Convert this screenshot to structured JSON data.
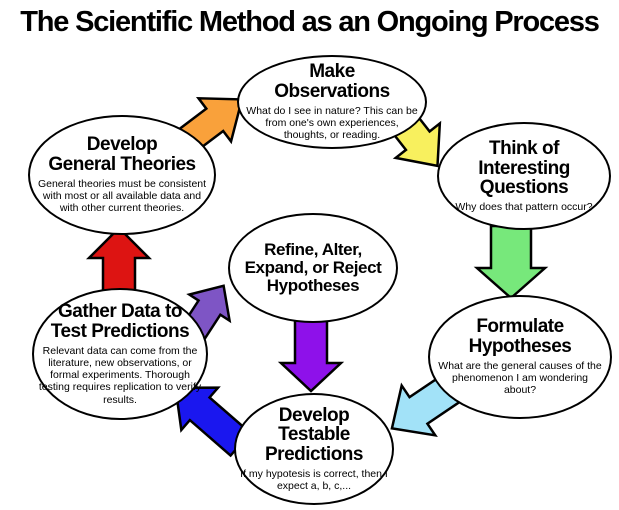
{
  "title": "The Scientific Method as an Ongoing Process",
  "colors": {
    "arrow_orange": "#F9A13B",
    "arrow_yellow": "#F8F05E",
    "arrow_green": "#77E87B",
    "arrow_cyan": "#A2E2F8",
    "arrow_blue": "#1A17EF",
    "arrow_red": "#DD1412",
    "arrow_violet": "#7E55C5",
    "arrow_purple": "#8E11EA",
    "outline": "#000000"
  },
  "nodes": {
    "make_observations": {
      "heading": "Make\nObservations",
      "body": "What do I see in nature? This can be from one's own experiences, thoughts, or reading."
    },
    "think_questions": {
      "heading": "Think of\nInteresting\nQuestions",
      "body": "Why does that pattern occur?"
    },
    "formulate_hypotheses": {
      "heading": "Formulate\nHypotheses",
      "body": "What are the general causes of the phenomenon I am wondering about?"
    },
    "develop_predictions": {
      "heading": "Develop\nTestable\nPredictions",
      "body": "If my hypotesis is correct, then I expect a, b, c,..."
    },
    "gather_data": {
      "heading": "Gather Data to\nTest Predictions",
      "body": "Relevant data can come from the literature, new observations, or formal experiments.  Thorough testing requires replication to verify results."
    },
    "develop_theories": {
      "heading": "Develop\nGeneral Theories",
      "body": "General theories must be consistent with most or all available data and with other current theories."
    },
    "refine_hypotheses": {
      "heading": "Refine, Alter,\nExpand, or Reject\nHypotheses"
    }
  }
}
